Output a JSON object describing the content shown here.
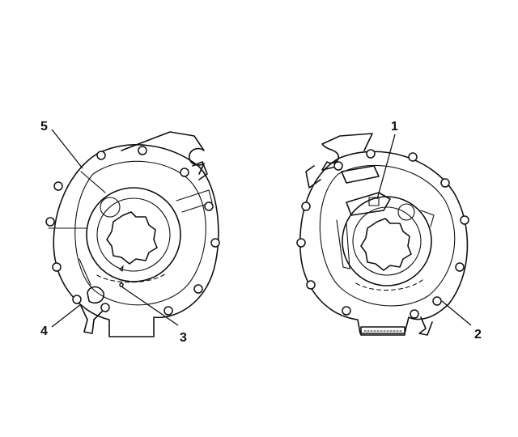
{
  "figure": {
    "left_view": {
      "callouts": [
        "5",
        "4",
        "3"
      ]
    },
    "right_view": {
      "callouts": [
        "1",
        "2"
      ]
    }
  },
  "colors": {
    "line": "#111111",
    "background": "#ffffff"
  }
}
